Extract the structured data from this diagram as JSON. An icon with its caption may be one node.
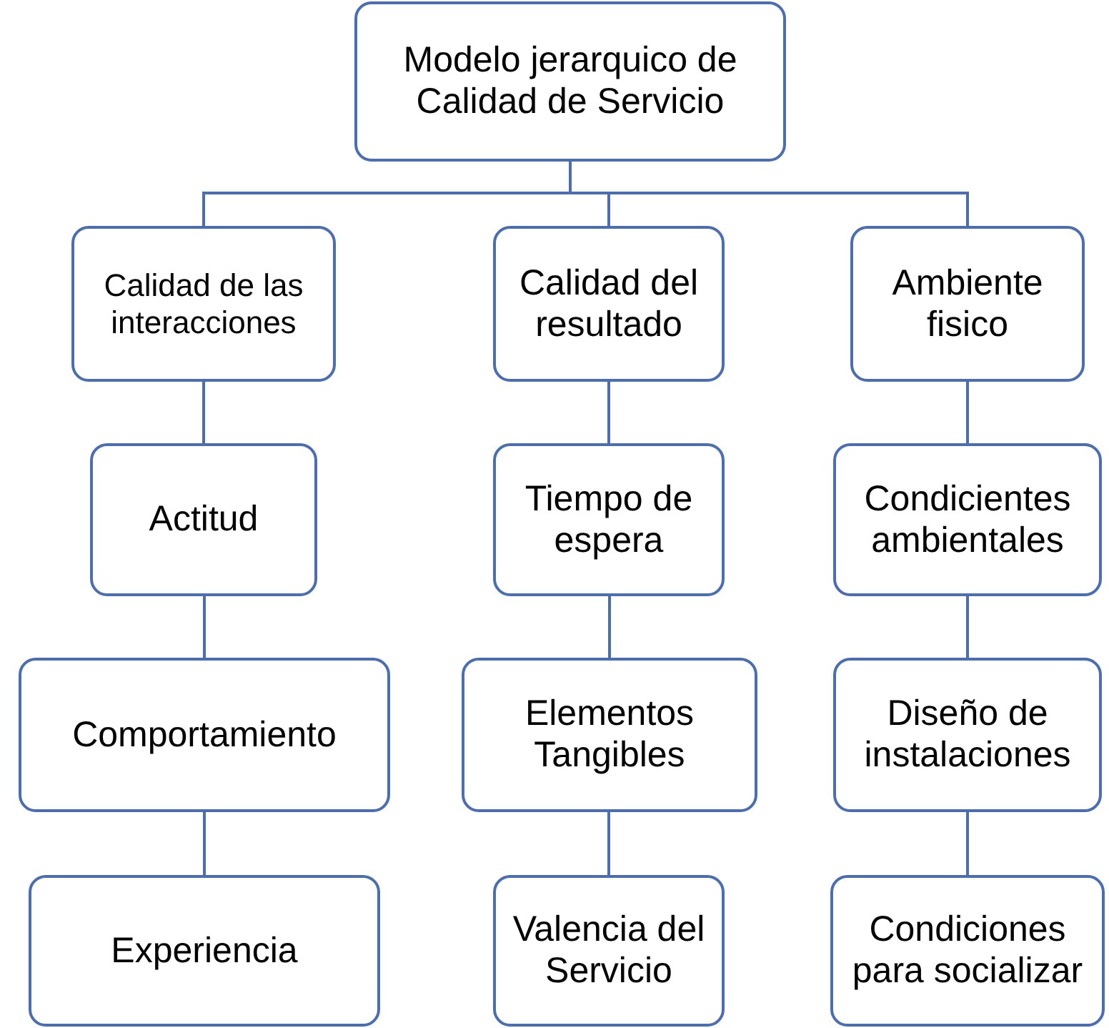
{
  "diagram": {
    "nodes": [
      {
        "text": [
          "Modelo jerarquico de Calidad de Servicio"
        ]
      },
      {
        "text": [
          "Calidad de las interacciones"
        ]
      },
      {
        "text": [
          "Calidad del resultado"
        ]
      },
      {
        "text": [
          "Ambiente fisico"
        ]
      },
      {
        "text": [
          "Actitud"
        ]
      },
      {
        "text": [
          "Tiempo de espera"
        ]
      },
      {
        "text": [
          "Condicientes ambientales"
        ]
      },
      {
        "text": [
          "Comportamiento"
        ]
      },
      {
        "text": [
          "Elementos Tangibles"
        ]
      },
      {
        "text": [
          "Diseño de instalaciones"
        ]
      },
      {
        "text": [
          "Experiencia"
        ]
      },
      {
        "text": [
          "Valencia del Servicio"
        ]
      },
      {
        "text": [
          "Condiciones para socializar"
        ]
      }
    ],
    "edges": [
      {
        "from": 0,
        "to": 1,
        "arrow": "none"
      },
      {
        "from": 0,
        "to": 2,
        "arrow": "none"
      },
      {
        "from": 0,
        "to": 3,
        "arrow": "none"
      },
      {
        "from": 1,
        "to": 4,
        "arrow": "none"
      },
      {
        "from": 4,
        "to": 7,
        "arrow": "none"
      },
      {
        "from": 7,
        "to": 10,
        "arrow": "none"
      },
      {
        "from": 2,
        "to": 5,
        "arrow": "none"
      },
      {
        "from": 5,
        "to": 8,
        "arrow": "none"
      },
      {
        "from": 8,
        "to": 11,
        "arrow": "none"
      },
      {
        "from": 3,
        "to": 6,
        "arrow": "none"
      },
      {
        "from": 6,
        "to": 9,
        "arrow": "none"
      },
      {
        "from": 9,
        "to": 12,
        "arrow": "none"
      }
    ]
  }
}
